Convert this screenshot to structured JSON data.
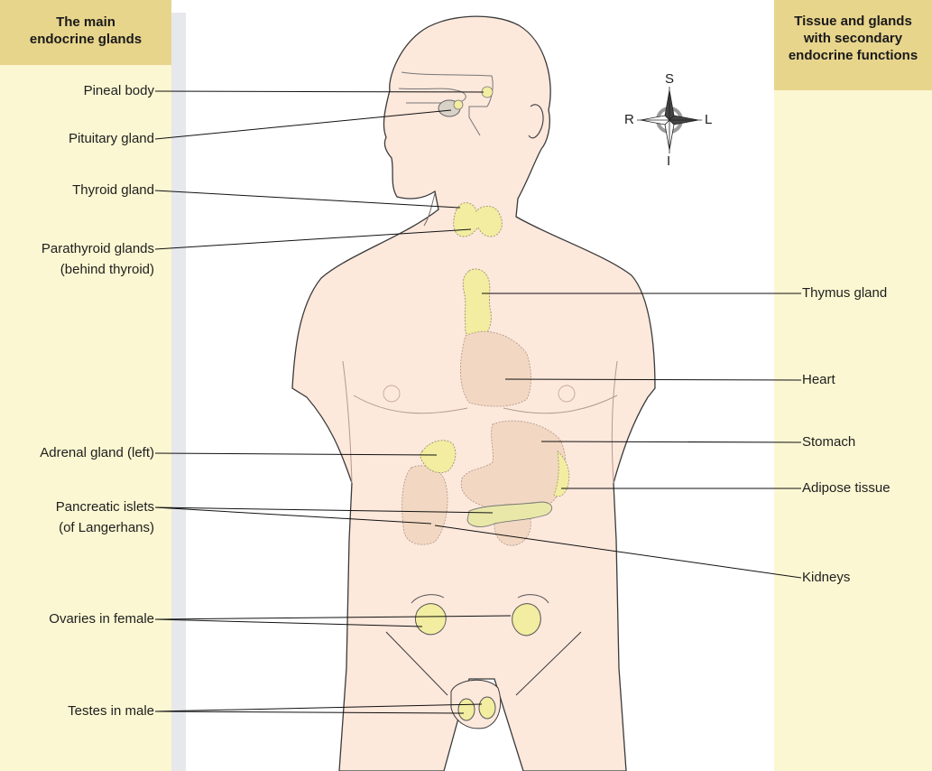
{
  "left_panel": {
    "heading_line1": "The main",
    "heading_line2": "endocrine glands",
    "labels": {
      "pineal": "Pineal body",
      "pituitary": "Pituitary gland",
      "thyroid": "Thyroid gland",
      "parathyroid_1": "Parathyroid glands",
      "parathyroid_2": "(behind thyroid)",
      "adrenal": "Adrenal gland (left)",
      "pancreatic_1": "Pancreatic islets",
      "pancreatic_2": "(of Langerhans)",
      "ovaries": "Ovaries in female",
      "testes": "Testes in male"
    }
  },
  "right_panel": {
    "heading_line1": "Tissue and glands",
    "heading_line2": "with secondary",
    "heading_line3": "endocrine functions",
    "labels": {
      "thymus": "Thymus gland",
      "heart": "Heart",
      "stomach": "Stomach",
      "adipose": "Adipose tissue",
      "kidneys": "Kidneys"
    }
  },
  "compass": {
    "superior": "S",
    "inferior": "I",
    "right": "R",
    "left": "L"
  },
  "colors": {
    "skin": "#fde8dc",
    "outline": "#3a3a3a",
    "gland": "#f2eda0",
    "organ": "#f2d8c2",
    "panel": "#fbf7d2",
    "panel_header": "#e8d58c"
  }
}
